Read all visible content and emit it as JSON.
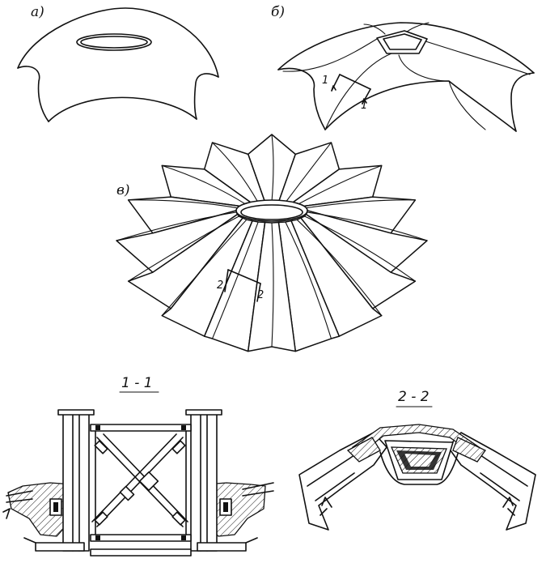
{
  "labels": {
    "a": "а)",
    "b": "б)",
    "v": "в)",
    "sec11": "1 - 1",
    "sec22": "2 - 2",
    "cut1_left": "1",
    "cut1_right": "1",
    "cut2_left": "2",
    "cut2_right": "2"
  }
}
